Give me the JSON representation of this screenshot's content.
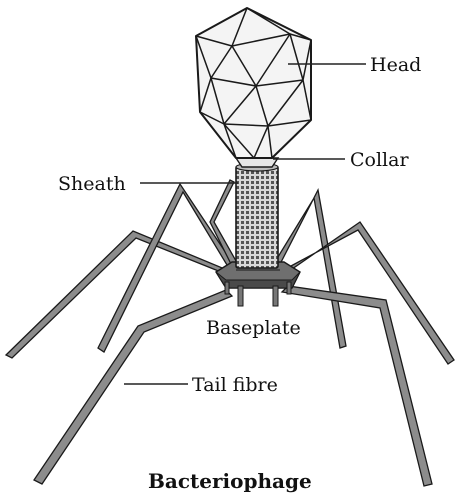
{
  "title": "Bacteriophage",
  "labels": {
    "head": "Head",
    "collar": "Collar",
    "sheath": "Sheath",
    "baseplate": "Baseplate",
    "tail_fibre": "Tail fibre"
  },
  "colors": {
    "outline": "#1a1a1a",
    "fibre_fill": "#8c8c8c",
    "sheath_fill": "#cfcfcf",
    "baseplate_fill": "#6f6f6f"
  }
}
